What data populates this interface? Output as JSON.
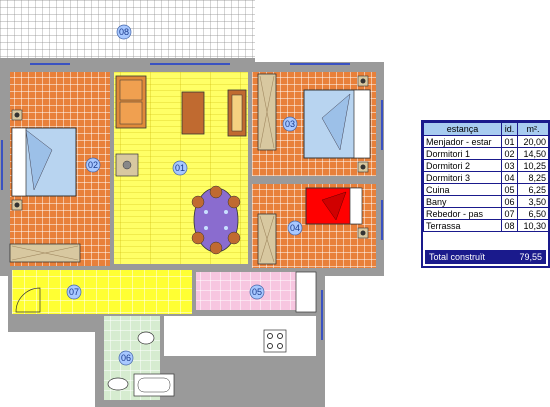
{
  "rooms": [
    {
      "id": "01",
      "name": "Menjador - estar",
      "area": "20,00"
    },
    {
      "id": "02",
      "name": "Dormitori 1",
      "area": "14,50"
    },
    {
      "id": "03",
      "name": "Dormitori 2",
      "area": "10,25"
    },
    {
      "id": "04",
      "name": "Dormitori 3",
      "area": "8,25"
    },
    {
      "id": "05",
      "name": "Cuina",
      "area": "6,25"
    },
    {
      "id": "06",
      "name": "Bany",
      "area": "3,50"
    },
    {
      "id": "07",
      "name": "Rebedor - pas",
      "area": "6,50"
    },
    {
      "id": "08",
      "name": "Terrassa",
      "area": "10,30"
    }
  ],
  "legend": {
    "header_room": "estança",
    "header_id": "id.",
    "header_area": "m².",
    "total_label": "Total construït",
    "total_value": "79,55"
  },
  "colors": {
    "living": "#ffff66",
    "orange_floor": "#e8803a",
    "tile_grid": "#ffffff",
    "kitchen": "#f7c6e0",
    "bath": "#d6ecd0",
    "wall": "#9a9a9a",
    "bed": "#b8d4f0",
    "bed_red": "#ff0000",
    "sofa": "#e08a3a",
    "table": "#8a6ccf",
    "number_fill": "#a8c8ff",
    "legend_border": "#1a1a8c",
    "legend_header": "#a8ccf0"
  }
}
